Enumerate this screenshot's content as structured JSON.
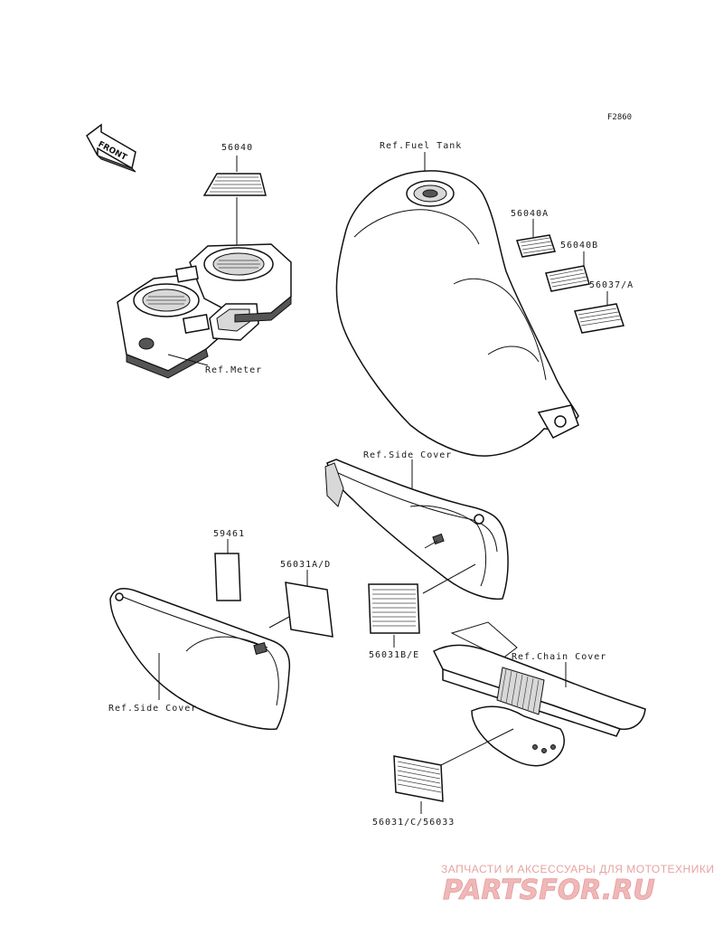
{
  "figure_id": "F2860",
  "front_arrow_label": "FRONT",
  "labels": {
    "p56040": "56040",
    "ref_meter": "Ref.Meter",
    "ref_fuel_tank": "Ref.Fuel Tank",
    "p56040A": "56040A",
    "p56040B": "56040B",
    "p56037A": "56037/A",
    "ref_side_cover_upper": "Ref.Side Cover",
    "p59461": "59461",
    "p56031AD": "56031A/D",
    "p56031BE": "56031B/E",
    "ref_chain_cover": "Ref.Chain Cover",
    "ref_side_cover_lower": "Ref.Side Cover",
    "p56031C56033": "56031/C/56033"
  },
  "watermark": {
    "tagline": "ЗАПЧАСТИ И АКСЕССУАРЫ ДЛЯ МОТОТЕХНИКИ",
    "brand": "PARTSFOR.RU"
  }
}
